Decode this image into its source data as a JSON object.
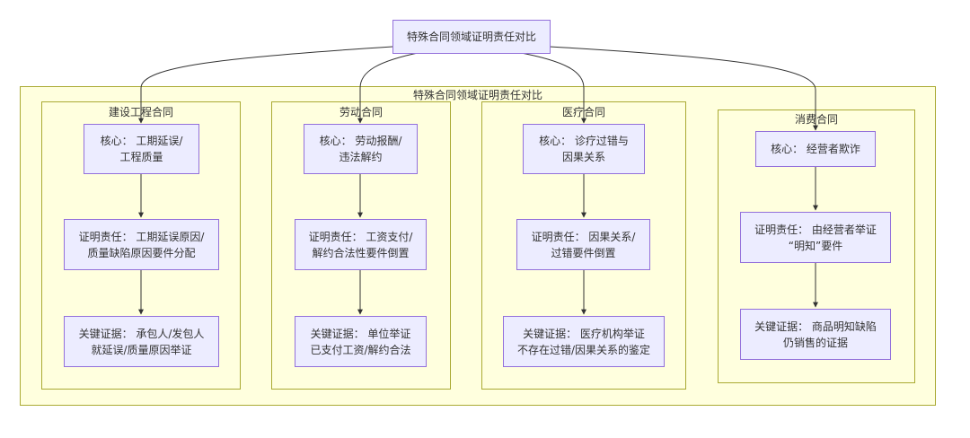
{
  "root": {
    "label": "特殊合同领域证明责任对比"
  },
  "outer_cluster": {
    "title": "特殊合同领域证明责任对比"
  },
  "clusters": [
    {
      "title": "建设工程合同",
      "core": "核心： 工期延误/\n工程质量",
      "burden": "证明责任： 工期延误原因/\n质量缺陷原因要件分配",
      "evidence": "关键证据： 承包人/发包人\n就延误/质量原因举证"
    },
    {
      "title": "劳动合同",
      "core": "核心： 劳动报酬/\n违法解约",
      "burden": "证明责任： 工资支付/\n解约合法性要件倒置",
      "evidence": "关键证据： 单位举证\n已支付工资/解约合法"
    },
    {
      "title": "医疗合同",
      "core": "核心： 诊疗过错与\n因果关系",
      "burden": "证明责任： 因果关系/\n过错要件倒置",
      "evidence": "关键证据： 医疗机构举证\n不存在过错/因果关系的鉴定"
    },
    {
      "title": "消费合同",
      "core": "核心： 经营者欺诈",
      "burden": "证明责任： 由经营者举证\n“明知”要件",
      "evidence": "关键证据： 商品明知缺陷\n仍销售的证据"
    }
  ],
  "colors": {
    "node_fill": "#ECECFF",
    "node_border": "#9370DB",
    "cluster_fill": "#ffffde",
    "cluster_border": "#aaaa33",
    "edge": "#333333"
  }
}
